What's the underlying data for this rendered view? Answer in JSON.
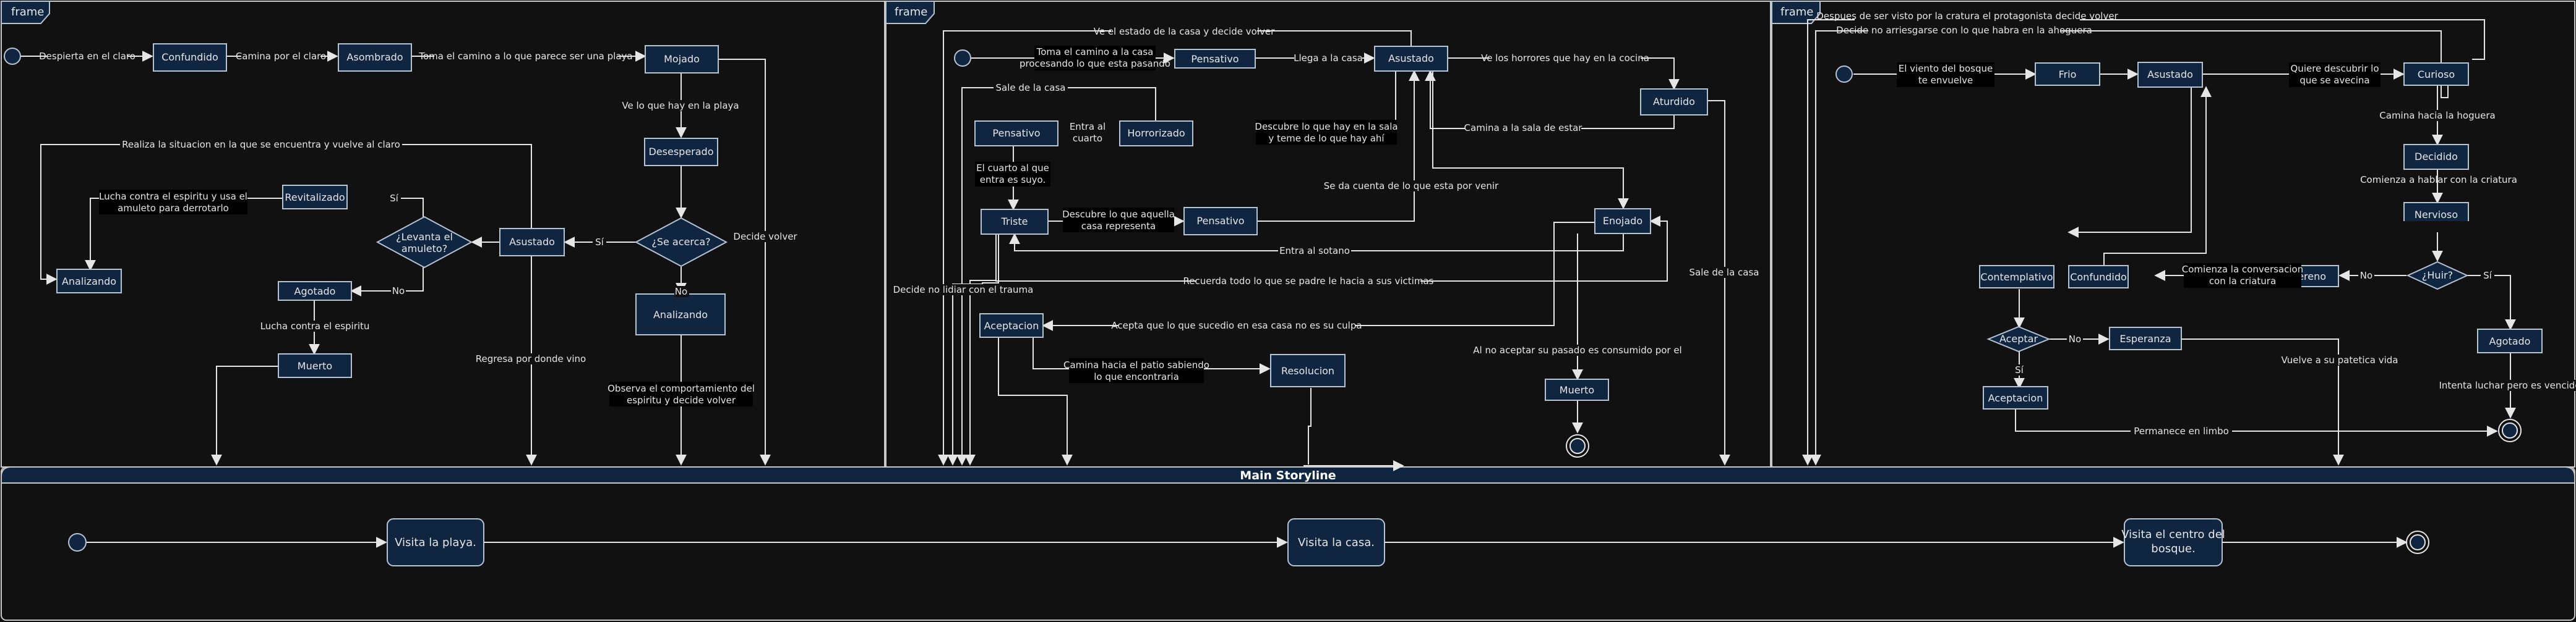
{
  "frame_tag": "frame",
  "storyline_title": "Main Storyline",
  "beach": {
    "states": {
      "confundido": "Confundido",
      "asombrado": "Asombrado",
      "mojado": "Mojado",
      "desesperado": "Desesperado",
      "asustado": "Asustado",
      "revitalizado": "Revitalizado",
      "analizando1": "Analizando",
      "agotado": "Agotado",
      "muerto": "Muerto",
      "analizando2": "Analizando"
    },
    "decisions": {
      "se_acerca": "¿Se acerca?",
      "levanta_1": "¿Levanta el",
      "levanta_2": "amuleto?"
    },
    "labels": {
      "despierta": "Despierta en el claro",
      "camina_claro": "Camina por el claro",
      "camina_playa": "Toma el camino a lo que parece ser una playa",
      "ve_playa": "Ve lo que hay en la playa",
      "decide_volver": "Decide volver",
      "no1": "No",
      "si1": "Sí",
      "si2": "Sí",
      "no2": "No",
      "realiza": "Realiza la situacion en la que se encuentra y vuelve al claro",
      "lucha_usa_1": "Lucha contra el espiritu y usa el",
      "lucha_usa_2": "amuleto para derrotarlo",
      "lucha": "Lucha contra el espiritu",
      "regresa": "Regresa por donde vino",
      "observa_1": "Observa el comportamiento del",
      "observa_2": "espiritu y decide volver"
    }
  },
  "house": {
    "states": {
      "pensativo1": "Pensativo",
      "asustado": "Asustado",
      "aturdido": "Aturdido",
      "pensativo2": "Pensativo",
      "horrorizado": "Horrorizado",
      "triste": "Triste",
      "pensativo3": "Pensativo",
      "enojado": "Enojado",
      "aceptacion": "Aceptacion",
      "resolucion": "Resolucion",
      "muerto": "Muerto"
    },
    "labels": {
      "ve_estado": "Ve el estado de la casa y decide volver",
      "toma_1": "Toma el camino a la casa",
      "toma_2": "procesando lo que esta pasando",
      "llega": "Llega  a la casa",
      "ve_horrores": "Ve los horrores que hay en la cocina",
      "sale_casa_top": "Sale de la casa",
      "entra_1": "Entra al",
      "entra_2": "cuarto",
      "descubre_sala_1": "Descubre lo que hay en la sala",
      "descubre_sala_2": "y teme de lo que hay ahí",
      "camina_sala": "Camina a la sala de estar",
      "cuarto_1": "El cuarto al que",
      "cuarto_2": "entra es suyo.",
      "descubre_aquella_1": "Descubre lo que aquella",
      "descubre_aquella_2": "casa representa",
      "se_da_cuenta": "Se da cuenta de lo que esta por venir",
      "entra_sotano": "Entra al sotano",
      "recuerda": "Recuerda todo lo que se padre le hacia a sus victimas",
      "decide_no_lidiar": "Decide no lidiar con el trauma",
      "sale_casa": "Sale de la casa",
      "acepta": "Acepta que lo que sucedio en esa casa no es su culpa",
      "camina_patio_1": "Camina hacia el patio sabiendo",
      "camina_patio_2": "lo que encontraria",
      "al_no_aceptar": "Al no aceptar su pasado es consumido por el"
    }
  },
  "forest": {
    "states": {
      "frio": "Frio",
      "asustado": "Asustado",
      "curioso": "Curioso",
      "decidido": "Decidido",
      "nervioso": "Nervioso",
      "contemplativo": "Contemplativo",
      "confundido": "Confundido",
      "sereno": "Sereno",
      "esperanza": "Esperanza",
      "aceptacion": "Aceptacion",
      "agotado": "Agotado"
    },
    "decisions": {
      "huir": "¿Huir?",
      "aceptar": "Aceptar"
    },
    "labels": {
      "despues": "Despues de ser visto por la cratura el protagonista decide volver",
      "decide_no": "Decide no arriesgarse con lo que habra en la ahoguera",
      "viento_1": "El viento del bosque",
      "viento_2": "te envuelve",
      "quiere_1": "Quiere descubrir lo",
      "quiere_2": "que se avecina",
      "camina_hoguera": "Camina hacia la hoguera",
      "comienza_hablar": "Comienza a hablar con la criatura",
      "no": "No",
      "si": "Sí",
      "conversacion_1": "Comienza la conversacion",
      "conversacion_2": "con la criatura",
      "no2": "No",
      "si2": "Sí",
      "vuelve": "Vuelve a su patetica vida",
      "intenta": "Intenta luchar pero es vencido",
      "permanece": "Permanece en limbo"
    }
  },
  "storyline": {
    "playa": "Visita la playa.",
    "casa": "Visita la casa.",
    "bosque_1": "Visita el centro del",
    "bosque_2": "bosque."
  }
}
